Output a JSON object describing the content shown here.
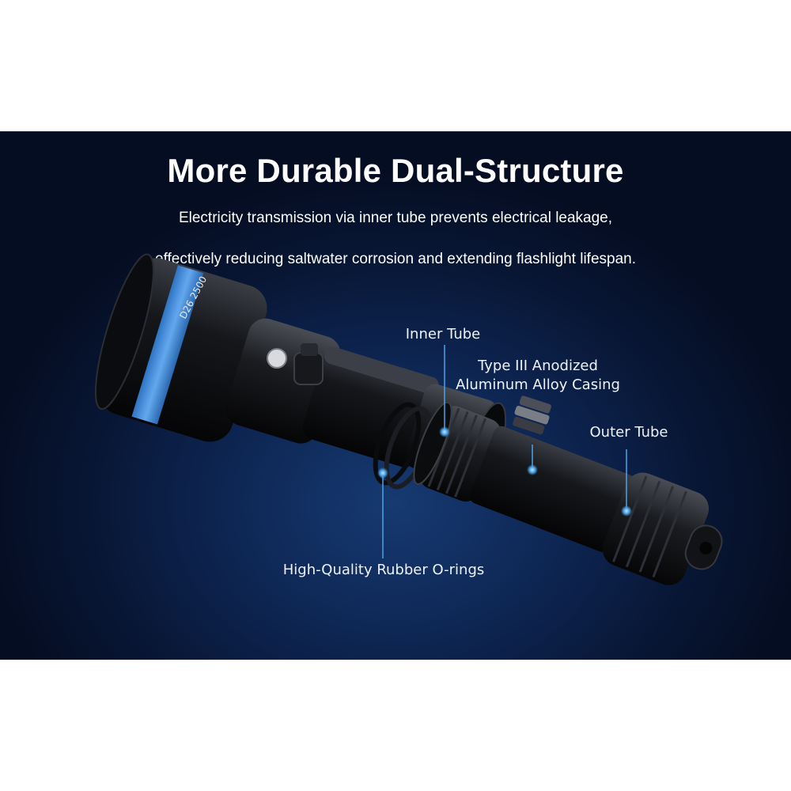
{
  "banner": {
    "title": "More Durable Dual-Structure",
    "subtitle_line1": "Electricity transmission via inner tube prevents electrical leakage,",
    "subtitle_line2": "effectively reducing saltwater corrosion and extending flashlight lifespan.",
    "colors": {
      "background": "#0a1a3c",
      "accent_ring": "#3d8ee0",
      "callout_line": "#4aa3e8"
    }
  },
  "callouts": {
    "inner_tube": "Inner Tube",
    "casing_line1": "Type III Anodized",
    "casing_line2": "Aluminum Alloy Casing",
    "outer_tube": "Outer Tube",
    "orings": "High-Quality Rubber O-rings"
  },
  "product": {
    "head_marking": "D26 2500"
  }
}
